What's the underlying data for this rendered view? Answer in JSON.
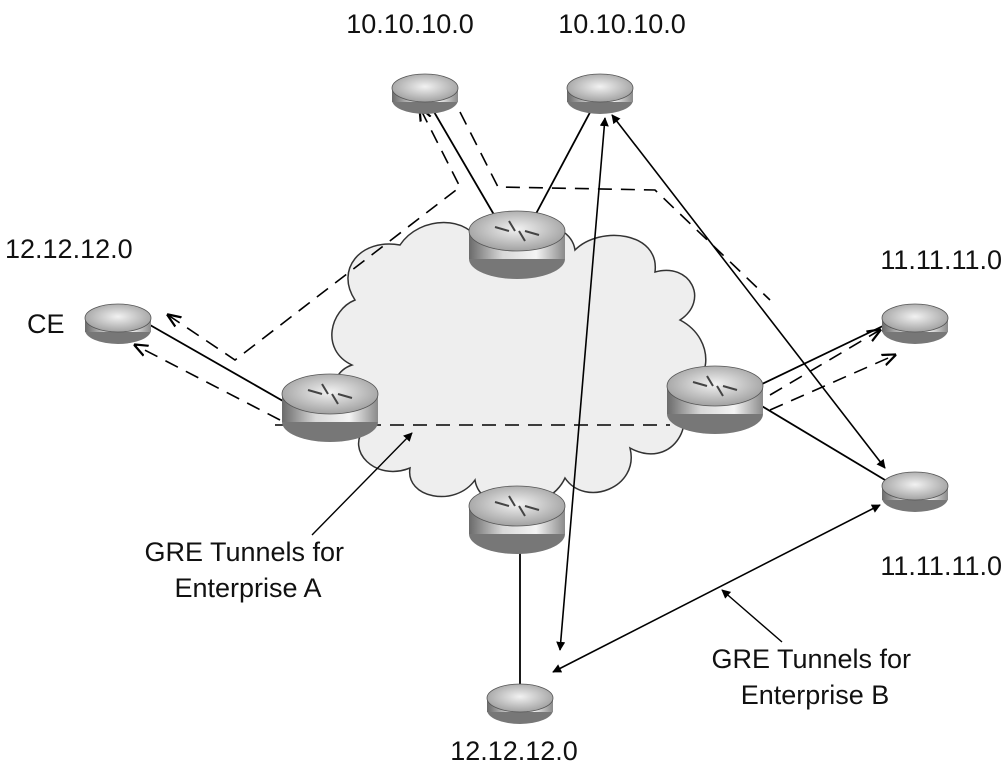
{
  "labels": {
    "top_left_network": "10.10.10.0",
    "top_right_network": "10.10.10.0",
    "left_network": "12.12.12.0",
    "ce": "CE",
    "right_top_network": "11.11.11.0",
    "right_bottom_network": "11.11.11.0",
    "bottom_network": "12.12.12.0",
    "enterprise_a": [
      "GRE Tunnels for",
      "Enterprise A"
    ],
    "enterprise_b": [
      "GRE Tunnels for",
      "Enterprise B"
    ]
  }
}
